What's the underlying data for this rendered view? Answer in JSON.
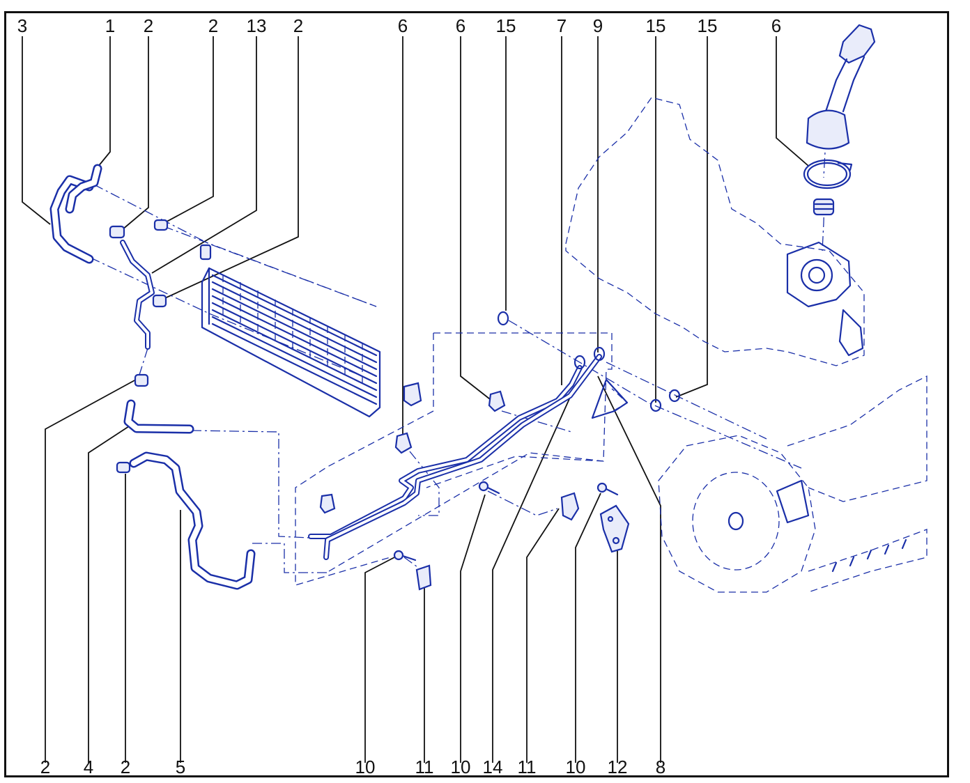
{
  "colors": {
    "line": "#1a2fa8",
    "text": "#111111",
    "frame": "#111111"
  },
  "callouts_top": [
    "3",
    "1",
    "2",
    "2",
    "13",
    "2",
    "6",
    "6",
    "15",
    "7",
    "9",
    "15",
    "15",
    "6"
  ],
  "callouts_bottom": [
    "2",
    "4",
    "2",
    "5",
    "10",
    "11",
    "10",
    "14",
    "11",
    "10",
    "12",
    "8"
  ]
}
